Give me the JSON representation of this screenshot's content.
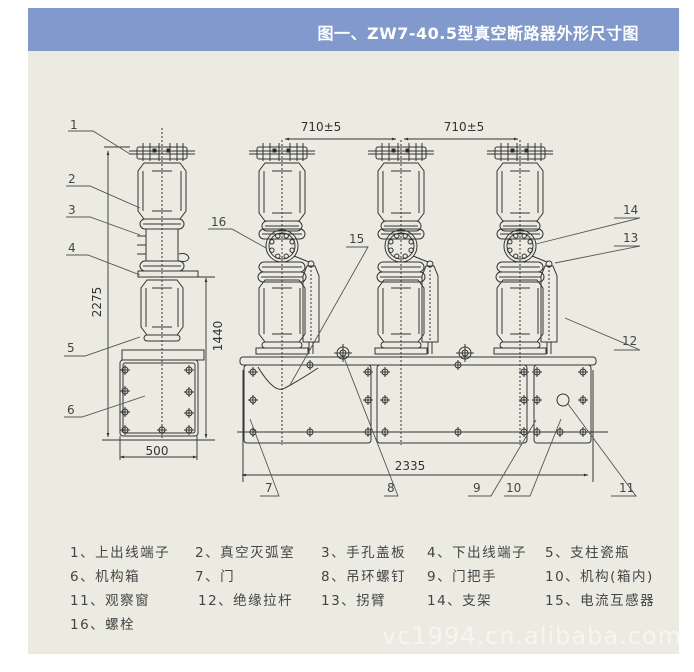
{
  "header": {
    "title": "图一、ZW7-40.5型真空断路器外形尺寸图",
    "background_color": "#8199cc"
  },
  "drawing": {
    "dimensions": {
      "phase_spacing_left": "710±5",
      "phase_spacing_right": "710±5",
      "total_height": "2275",
      "pole_height": "1440",
      "side_width": "500",
      "total_width": "2335"
    },
    "callouts": [
      "1",
      "2",
      "3",
      "4",
      "5",
      "6",
      "7",
      "8",
      "9",
      "10",
      "11",
      "12",
      "13",
      "14",
      "15",
      "16"
    ]
  },
  "legend": {
    "items": [
      {
        "num": "1",
        "label": "1、上出线端子"
      },
      {
        "num": "2",
        "label": "2、真空灭弧室"
      },
      {
        "num": "3",
        "label": "3、手孔盖板"
      },
      {
        "num": "4",
        "label": "4、下出线端子"
      },
      {
        "num": "5",
        "label": "5、支柱瓷瓶"
      },
      {
        "num": "6",
        "label": "6、机构箱"
      },
      {
        "num": "7",
        "label": "7、门"
      },
      {
        "num": "8",
        "label": "8、吊环螺钉"
      },
      {
        "num": "9",
        "label": "9、门把手"
      },
      {
        "num": "10",
        "label": "10、机构(箱内)"
      },
      {
        "num": "11",
        "label": "11、观察窗"
      },
      {
        "num": "12",
        "label": "12、绝缘拉杆"
      },
      {
        "num": "13",
        "label": "13、拐臂"
      },
      {
        "num": "14",
        "label": "14、支架"
      },
      {
        "num": "15",
        "label": "15、电流互感器"
      },
      {
        "num": "16",
        "label": "16、螺栓"
      }
    ]
  },
  "watermark": "vc1994.cn.alibaba.com"
}
